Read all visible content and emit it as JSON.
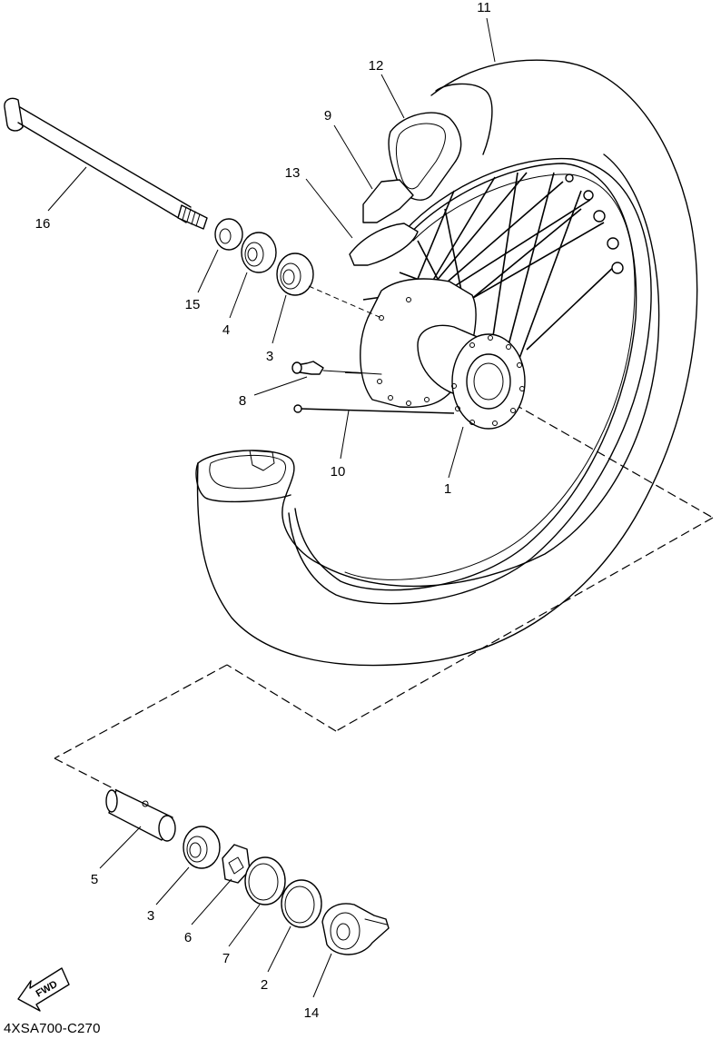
{
  "diagram": {
    "code": "4XSA700-C270",
    "fwd_label": "FWD",
    "callouts": {
      "c1": "1",
      "c2": "2",
      "c3a": "3",
      "c3b": "3",
      "c4": "4",
      "c5": "5",
      "c6": "6",
      "c7": "7",
      "c8": "8",
      "c9": "9",
      "c10": "10",
      "c11": "11",
      "c12": "12",
      "c13": "13",
      "c14": "14",
      "c15": "15",
      "c16": "16"
    }
  }
}
